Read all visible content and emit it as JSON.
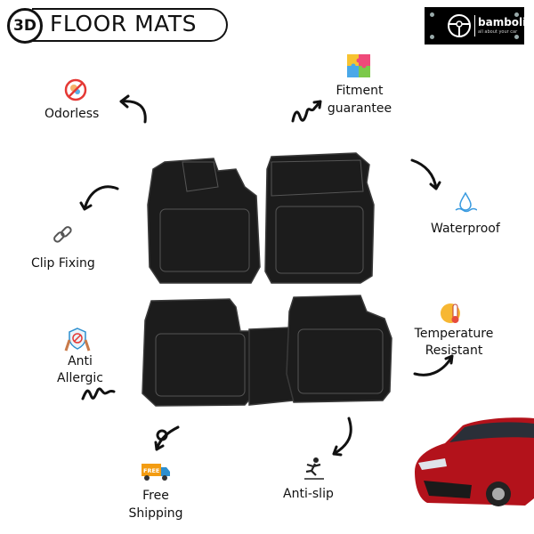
{
  "header": {
    "badge": "3D",
    "title": "FLOOR MATS"
  },
  "logo": {
    "name": "bamboli",
    "tagline": "all about your car",
    "icon": "steering-wheel-icon"
  },
  "features": [
    {
      "label": "Odorless",
      "icon": "no-odor-icon"
    },
    {
      "label_lines": [
        "Fitment",
        "guarantee"
      ],
      "icon": "puzzle-icon"
    },
    {
      "label": "Waterproof",
      "icon": "water-drop-icon"
    },
    {
      "label": "Clip Fixing",
      "icon": "chain-link-icon"
    },
    {
      "label_lines": [
        "Temperature",
        "Resistant"
      ],
      "icon": "thermometer-sun-icon"
    },
    {
      "label_lines": [
        "Anti",
        "Allergic"
      ],
      "icon": "hands-shield-icon"
    },
    {
      "label_lines": [
        "Free",
        "Shipping"
      ],
      "icon": "delivery-truck-icon",
      "icon_text": "FREE"
    },
    {
      "label": "Anti-slip",
      "icon": "slipping-person-icon"
    }
  ],
  "colors": {
    "mat": "#1c1c1c",
    "car": "#b3121b",
    "puzzle": [
      "#f7c331",
      "#ef4a7a",
      "#4aa8e8",
      "#7cc94a"
    ]
  }
}
